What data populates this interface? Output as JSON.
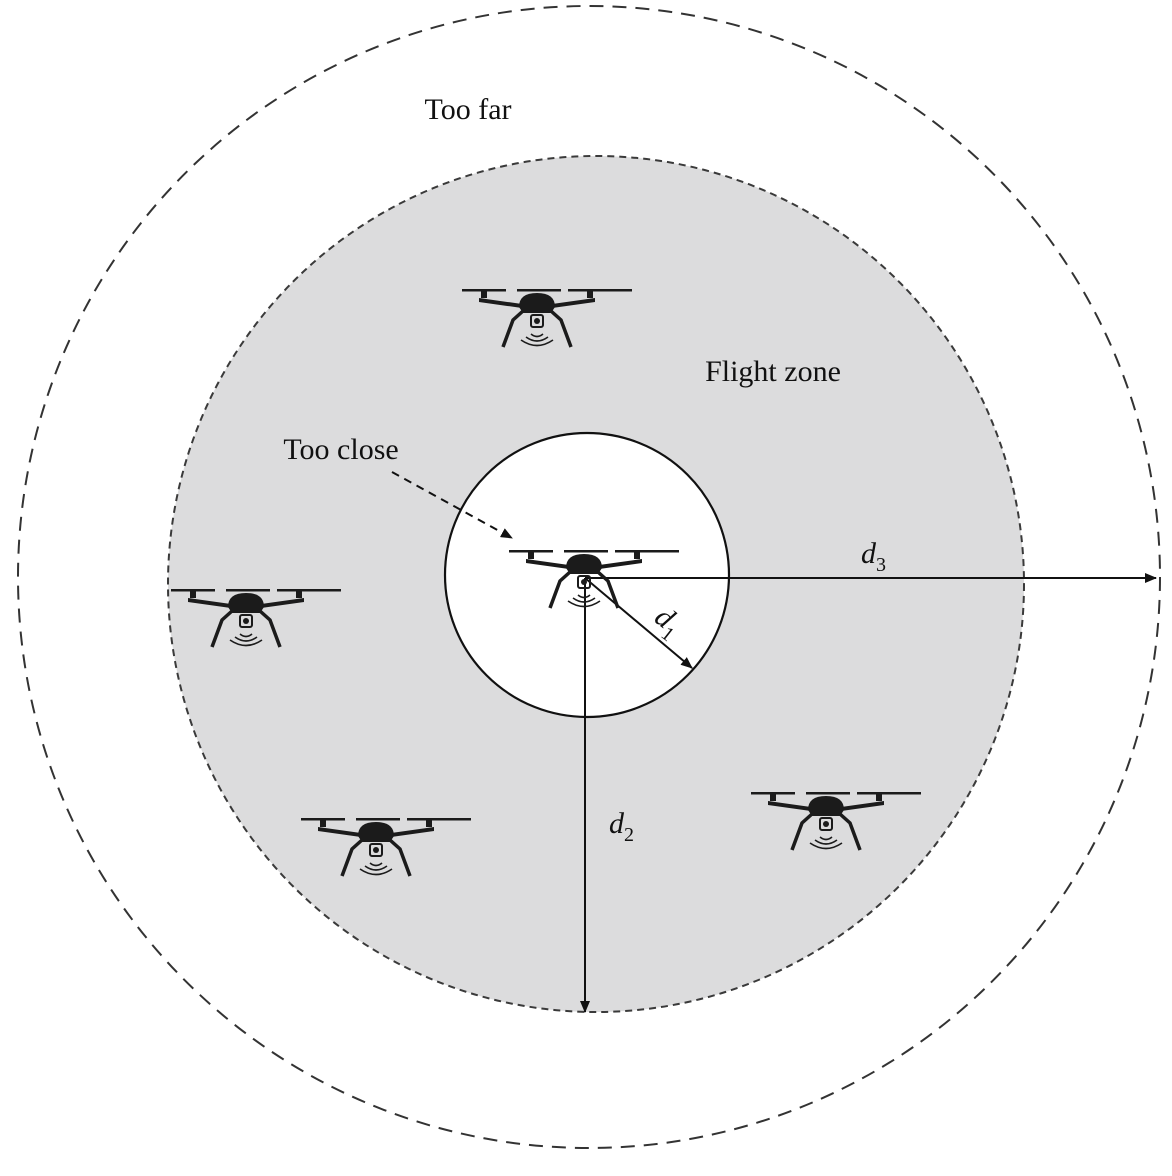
{
  "labels": {
    "too_far": "Too far",
    "flight_zone": "Flight zone",
    "too_close": "Too close",
    "d1": {
      "base": "d",
      "sub": "1"
    },
    "d2": {
      "base": "d",
      "sub": "2"
    },
    "d3": {
      "base": "d",
      "sub": "3"
    }
  },
  "colors": {
    "flight_zone_fill": "#dcdcdd",
    "stroke": "#333333",
    "drone": "#1b1b1b"
  },
  "icons": [
    "drone-icon"
  ]
}
